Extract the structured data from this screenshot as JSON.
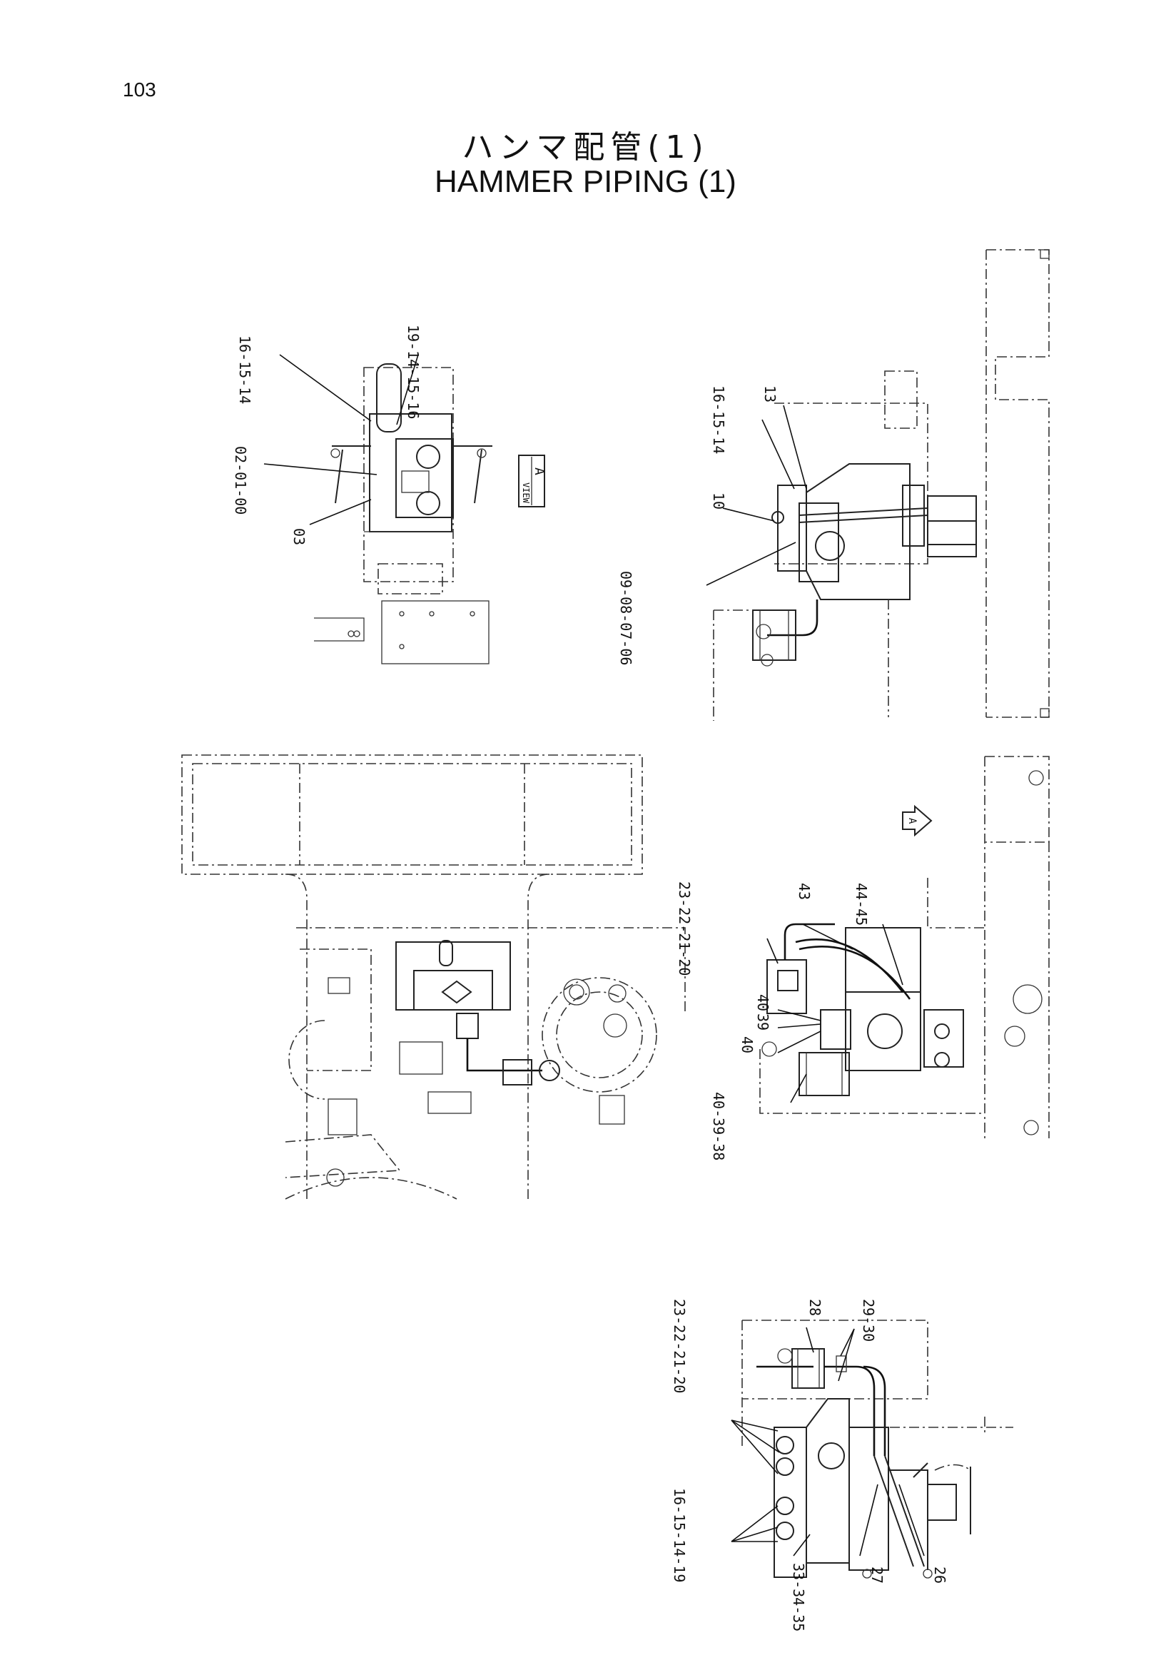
{
  "page": {
    "number": "103"
  },
  "title": {
    "japanese": "ハンマ配管(1)",
    "english": "HAMMER PIPING (1)"
  },
  "view_label": {
    "text": "VIEW",
    "letter": "A"
  },
  "view_arrow": {
    "letter": "A"
  },
  "callouts": {
    "v1": [
      "16-15-14",
      "19-14-15-16",
      "02-01-00",
      "03"
    ],
    "v2": [
      "16-15-14",
      "13",
      "10",
      "09-08-07-06"
    ],
    "v4": [
      "23-22-21-20",
      "43",
      "44-45",
      "40",
      "39",
      "40",
      "40-39-38"
    ],
    "v5": [
      "28",
      "29-30",
      "23-22-21-20",
      "16-15-14-19",
      "33-34-35",
      "27",
      "26"
    ]
  }
}
